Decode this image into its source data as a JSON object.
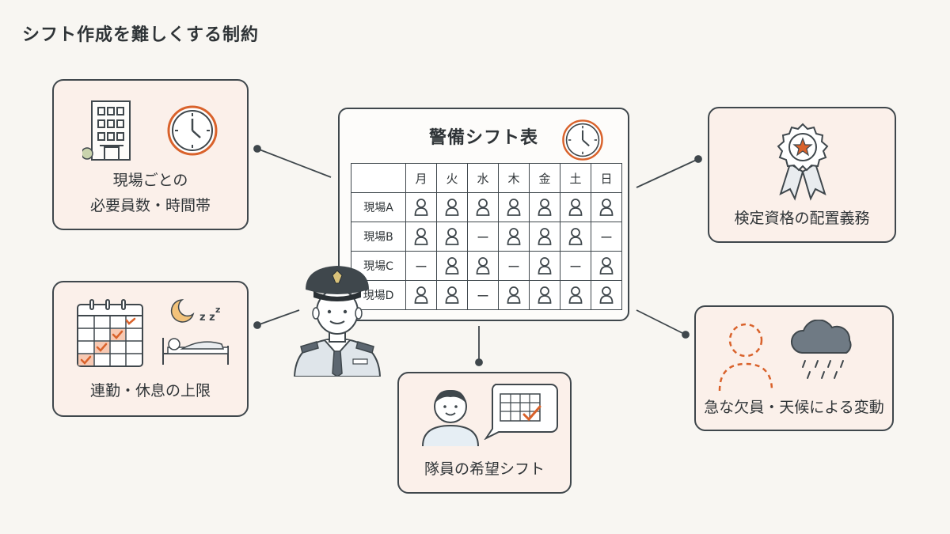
{
  "page": {
    "title": "シフト作成を難しくする制約"
  },
  "schedule": {
    "title": "警備シフト表",
    "days": [
      "月",
      "火",
      "水",
      "木",
      "金",
      "土",
      "日"
    ],
    "rows": [
      {
        "site": "現場A",
        "cells": [
          1,
          1,
          1,
          1,
          1,
          1,
          1
        ]
      },
      {
        "site": "現場B",
        "cells": [
          1,
          1,
          0,
          1,
          1,
          1,
          0
        ]
      },
      {
        "site": "現場C",
        "cells": [
          0,
          1,
          1,
          0,
          1,
          0,
          1
        ]
      },
      {
        "site": "現場D",
        "cells": [
          1,
          1,
          0,
          1,
          1,
          1,
          1
        ]
      }
    ],
    "empty_mark": "ー"
  },
  "constraints": {
    "staffing": {
      "label_line1": "現場ごとの",
      "label_line2": "必要員数・時間帯"
    },
    "consecutive": {
      "label": "連勤・休息の上限"
    },
    "preferences": {
      "label": "隊員の希望シフト"
    },
    "qualification": {
      "label": "検定資格の配置義務"
    },
    "changes": {
      "label": "急な欠員・天候による変動"
    }
  },
  "colors": {
    "accent": "#d9622b",
    "line": "#3f474c",
    "card": "#fbf0ea",
    "background": "#f8f6f2"
  }
}
